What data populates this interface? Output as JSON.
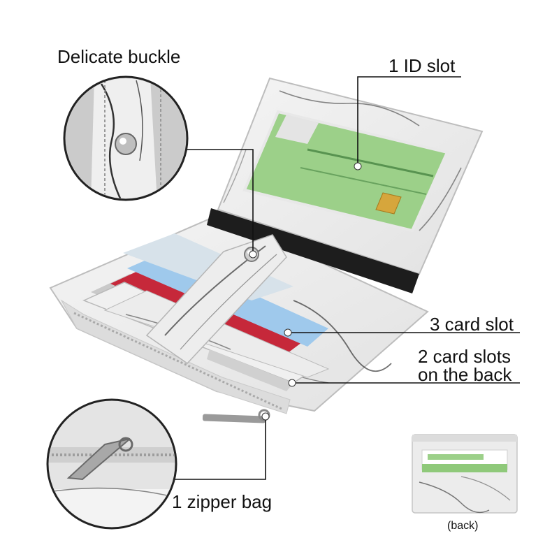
{
  "labels": {
    "delicate_buckle": "Delicate buckle",
    "id_slot": "1 ID slot",
    "card_slot": "3 card slot",
    "back_slots_line1": "2 card slots",
    "back_slots_line2": "on the back",
    "zipper_bag": "1 zipper bag",
    "back_caption": "(back)"
  },
  "colors": {
    "leader_line": "#111111",
    "marble": "#eeeeee",
    "id_card": "#9cd089",
    "red_card": "#c6283a",
    "blue_card": "#9fc9ec"
  }
}
